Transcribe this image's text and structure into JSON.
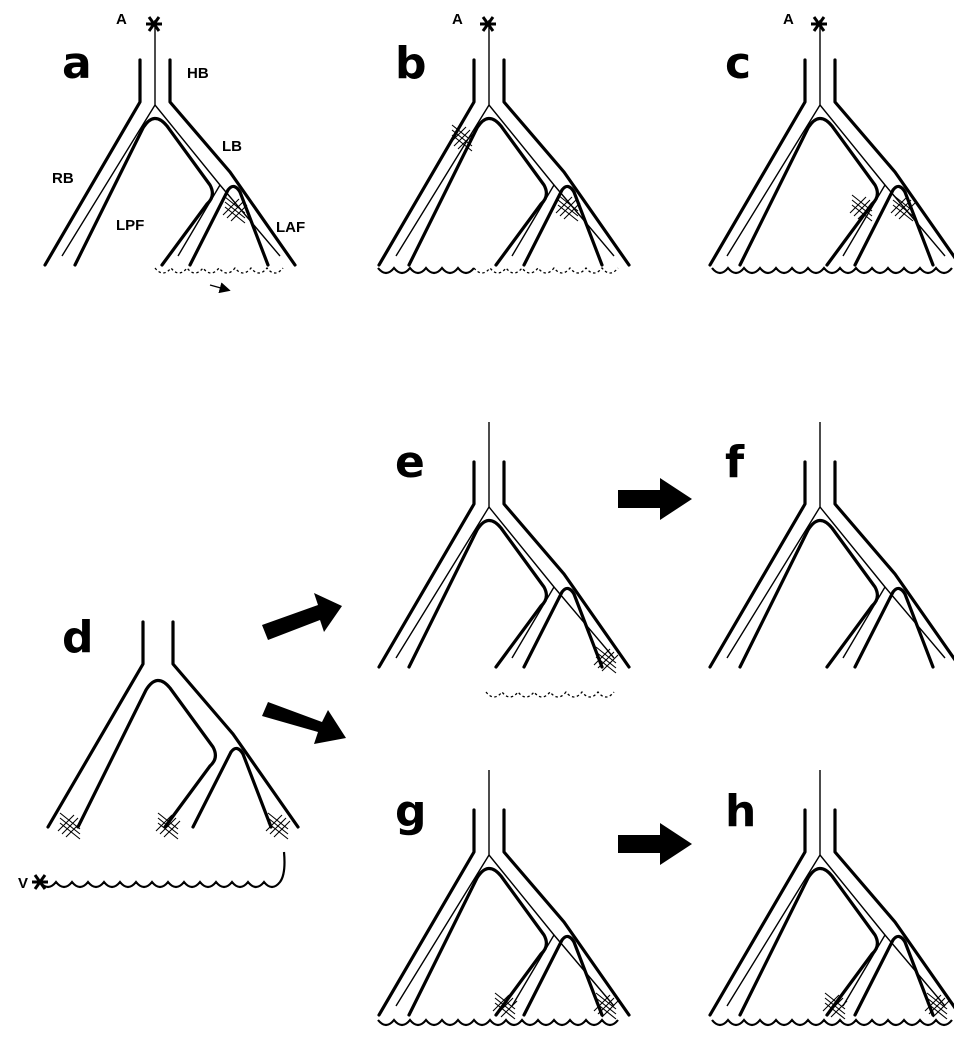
{
  "figure": {
    "panels": [
      {
        "id": "a",
        "letter": "a",
        "entry": "A"
      },
      {
        "id": "b",
        "letter": "b",
        "entry": "A"
      },
      {
        "id": "c",
        "letter": "c",
        "entry": "A"
      },
      {
        "id": "d",
        "letter": "d",
        "entry": "V"
      },
      {
        "id": "e",
        "letter": "e",
        "entry": ""
      },
      {
        "id": "f",
        "letter": "f",
        "entry": ""
      },
      {
        "id": "g",
        "letter": "g",
        "entry": ""
      },
      {
        "id": "h",
        "letter": "h",
        "entry": ""
      }
    ],
    "branch_labels": {
      "his_bundle": "HB",
      "left_bundle": "LB",
      "right_bundle": "RB",
      "left_posterior_fascicle": "LPF",
      "left_anterior_fascicle": "LAF"
    }
  }
}
